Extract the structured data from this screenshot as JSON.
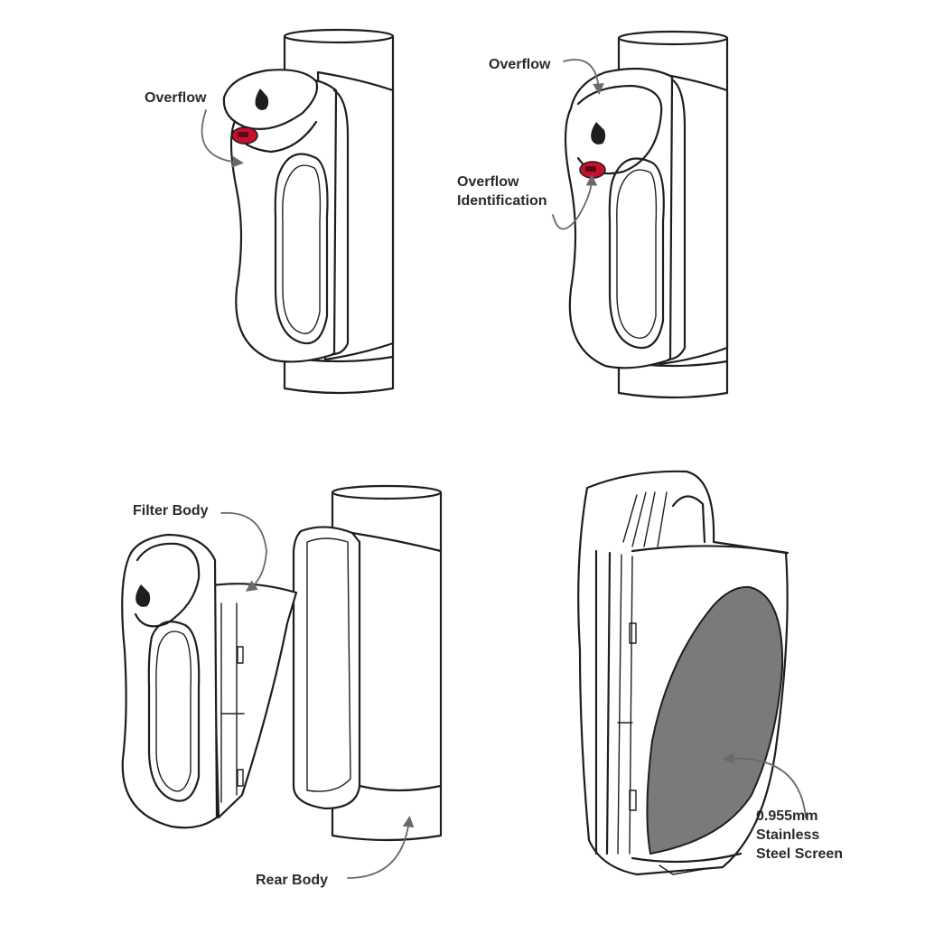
{
  "labels": {
    "overflow_1": "Overflow",
    "overflow_2": "Overflow",
    "overflow_identification_line1": "Overflow",
    "overflow_identification_line2": "Identification",
    "filter_body": "Filter Body",
    "rear_body": "Rear Body",
    "screen_line1": "0.955mm",
    "screen_line2": "Stainless",
    "screen_line3": "Steel Screen"
  },
  "colors": {
    "line": "#1e1e1e",
    "overflow_indicator": "#c8102e",
    "screen": "#7a7a7a",
    "leader": "#6a6a6a"
  }
}
